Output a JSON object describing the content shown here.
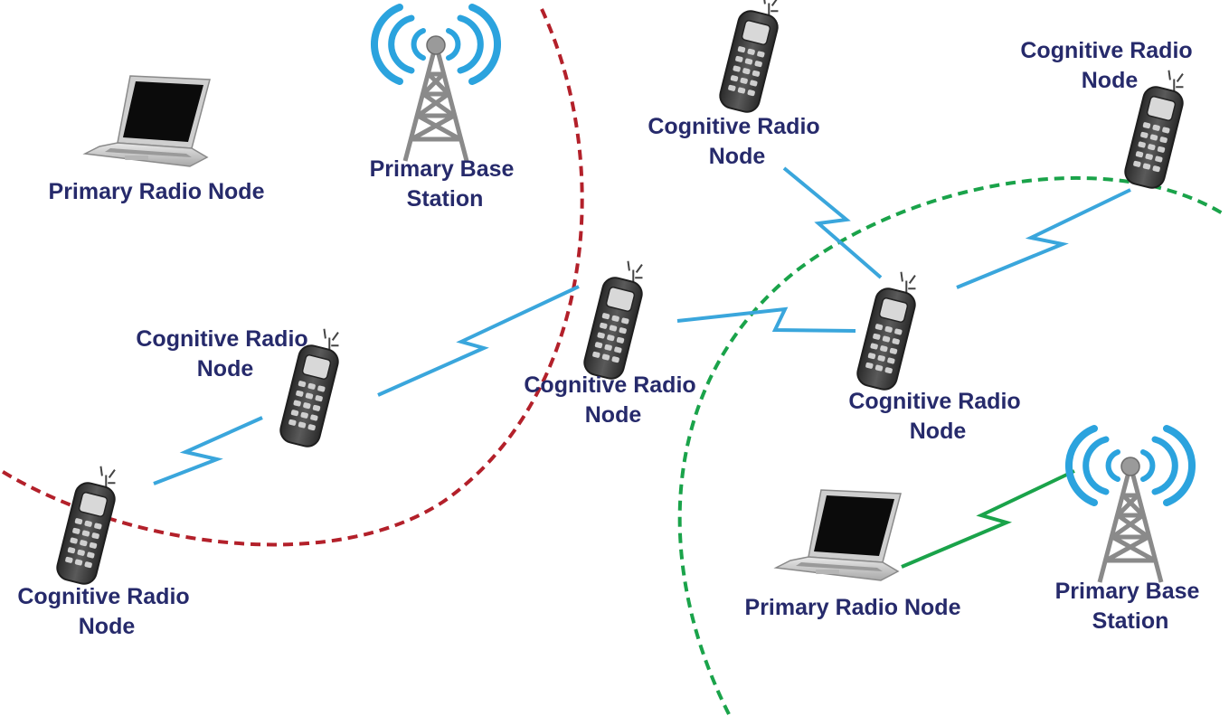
{
  "diagram": {
    "labels": {
      "primary_radio_node_left": [
        "Primary Radio Node"
      ],
      "primary_base_station_left": [
        "Primary Base",
        "Station"
      ],
      "cr_top_center": [
        "Cognitive Radio",
        "Node"
      ],
      "cr_top_right": [
        "Cognitive Radio",
        "Node"
      ],
      "cr_left_mid": [
        "Cognitive Radio",
        "Node"
      ],
      "cr_center": [
        "Cognitive Radio",
        "Node"
      ],
      "cr_right_mid": [
        "Cognitive Radio",
        "Node"
      ],
      "cr_bottom_left": [
        "Cognitive Radio",
        "Node"
      ],
      "primary_radio_node_right": [
        "Primary Radio Node"
      ],
      "primary_base_station_right": [
        "Primary Base",
        "Station"
      ]
    },
    "colors": {
      "label_text": "#262a6b",
      "cognitive_link": "#3aa6dc",
      "primary_link": "#1aa34a",
      "left_coverage_boundary": "#b3202a",
      "right_coverage_boundary": "#1aa34a",
      "antenna_waves": "#2ba3de",
      "tower": "#8a8a8a",
      "phone_body": "#3c3c3c"
    },
    "icons": {
      "cognitive_node": "mobile-phone-icon",
      "primary_node": "laptop-icon",
      "base_station": "radio-tower-icon"
    }
  }
}
